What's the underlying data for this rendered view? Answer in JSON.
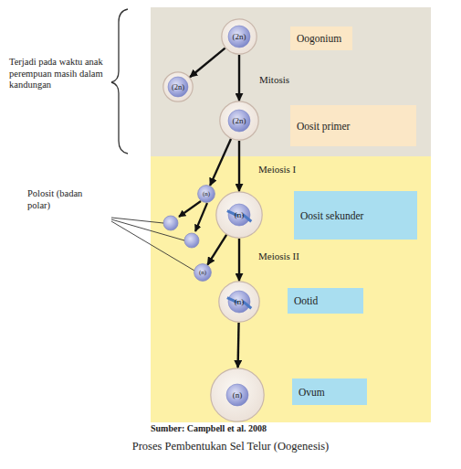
{
  "diagram": {
    "caption": "Proses Pembentukan Sel Telur (Oogenesis)",
    "nodes": [
      {
        "text": [
          "(2n)"
        ]
      },
      {
        "text": [
          "Oogonium"
        ]
      },
      {
        "text": [
          "(2n)"
        ]
      },
      {
        "text": [
          "(2n)"
        ]
      },
      {
        "text": [
          "Oosit primer"
        ]
      },
      {
        "text": [
          "(n)"
        ]
      },
      {
        "text": [
          "(n)"
        ]
      },
      {
        "text": [
          "Oosit sekunder"
        ]
      },
      {
        "text": [
          "(n)"
        ]
      },
      {
        "text": [
          "(n)"
        ]
      },
      {
        "text": [
          "Ootid"
        ]
      },
      {
        "text": [
          "(n)"
        ]
      },
      {
        "text": [
          "Ovum"
        ]
      }
    ],
    "edges": [
      {
        "from": 0,
        "to": 2,
        "arrow": "to"
      },
      {
        "from": 0,
        "to": 3,
        "label": "Mitosis",
        "arrow": "to"
      },
      {
        "from": 3,
        "to": 5,
        "arrow": "to"
      },
      {
        "from": 3,
        "to": 6,
        "label": "Meiosis I",
        "arrow": "to"
      },
      {
        "from": 6,
        "to": 8,
        "arrow": "to"
      },
      {
        "from": 6,
        "to": 9,
        "label": "Meiosis II",
        "arrow": "to"
      },
      {
        "from": 9,
        "to": 11,
        "arrow": "to"
      }
    ],
    "labels": [
      "Terjadi pada waktu anak perempuan masih dalam kandungan",
      "Polosit (badan polar)",
      "Sumber: Campbell et al. 2008"
    ]
  }
}
